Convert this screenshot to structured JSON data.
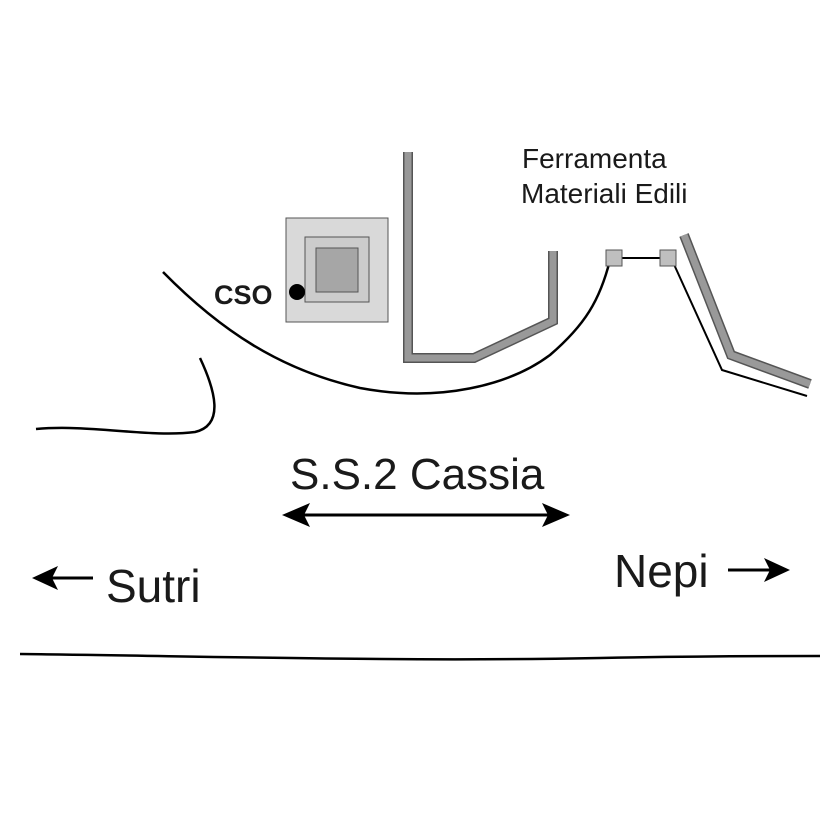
{
  "map": {
    "marker_label": "CSO",
    "place_label": [
      "Ferramenta",
      "Materiali Edili"
    ],
    "road_label": "S.S.2 Cassia",
    "town_left": "Sutri",
    "town_right": "Nepi",
    "colors": {
      "ink": "#000000",
      "wall_gray": "#999999",
      "building_outer": "#d9d9d9",
      "building_mid": "#cccccc",
      "building_inner": "#a6a6a6",
      "gate_post": "#bfbfbf"
    }
  }
}
